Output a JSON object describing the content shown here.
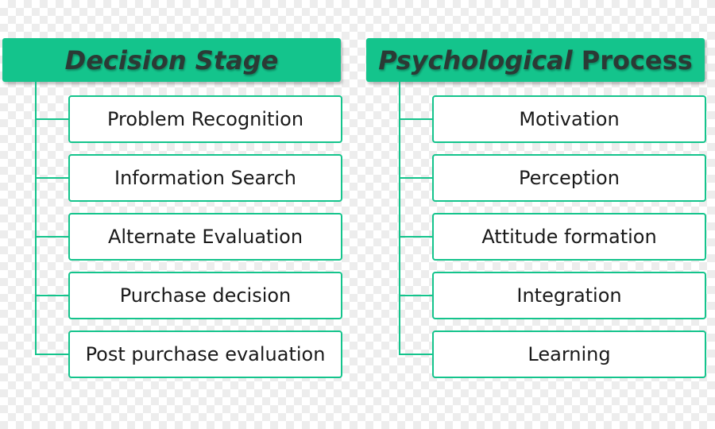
{
  "columns": [
    {
      "title_word1": "Decision",
      "title_word2": "Stage",
      "items": [
        "Problem Recognition",
        "Information Search",
        "Alternate Evaluation",
        "Purchase decision",
        "Post purchase evaluation"
      ]
    },
    {
      "title_word1": "Psychological",
      "title_word2": "Process",
      "items": [
        "Motivation",
        "Perception",
        "Attitude formation",
        "Integration",
        "Learning"
      ]
    }
  ],
  "colors": {
    "accent": "#14c48c",
    "title_text": "#2b3a35",
    "item_text": "#1a1a1a"
  }
}
